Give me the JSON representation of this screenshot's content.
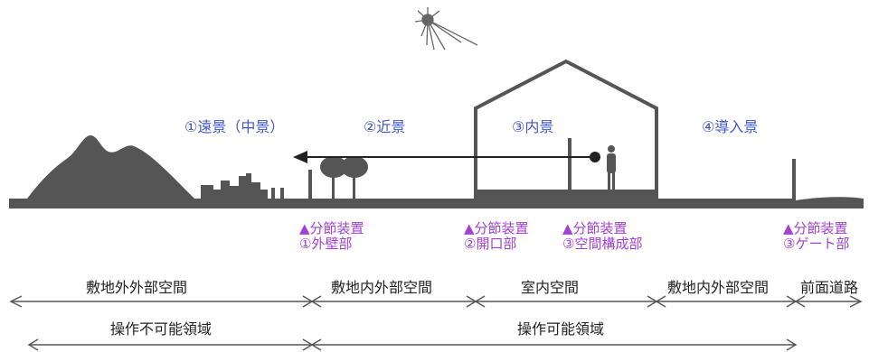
{
  "view_labels": {
    "far": "①遠景（中景）",
    "near": "②近景",
    "interior": "③内景",
    "entry": "④導入景"
  },
  "devices": [
    {
      "title": "▲分節装置",
      "sub": "①外壁部"
    },
    {
      "title": "▲分節装置",
      "sub": "②開口部"
    },
    {
      "title": "▲分節装置",
      "sub": "③空間構成部"
    },
    {
      "title": "▲分節装置",
      "sub": "③ゲート部"
    }
  ],
  "spaces": {
    "outside_site": "敷地外外部空間",
    "inside_site_1": "敷地内外部空間",
    "indoor": "室内空間",
    "inside_site_2": "敷地内外部空間",
    "front_road": "前面道路"
  },
  "operation": {
    "not_operable": "操作不可能領域",
    "operable": "操作可能領域"
  },
  "colors": {
    "ground": "#555555",
    "blue_text": "#3f57c9",
    "purple_text": "#a13fd6",
    "line": "#555555"
  }
}
